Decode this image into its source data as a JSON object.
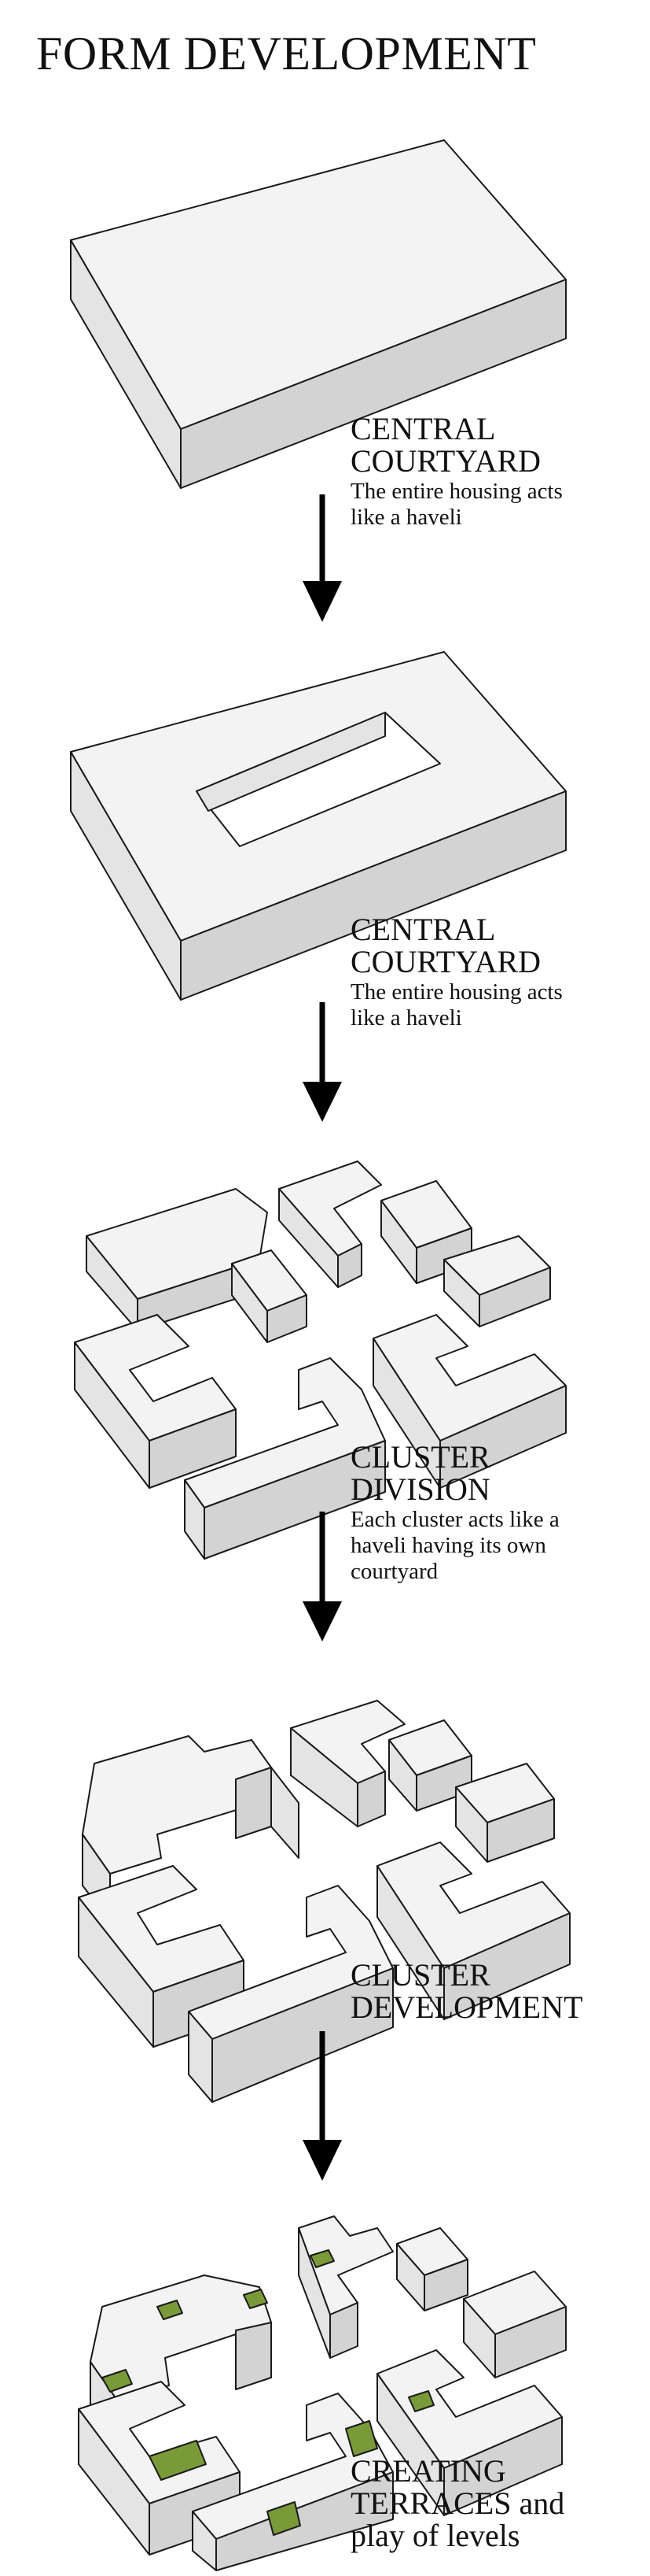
{
  "title": "FORM DEVELOPMENT",
  "stages": [
    {
      "heading": "CENTRAL\nCOURTYARD",
      "caption": "The entire housing acts\nlike a haveli"
    },
    {
      "heading": "CENTRAL\nCOURTYARD",
      "caption": "The entire housing acts\nlike a haveli"
    },
    {
      "heading": "CLUSTER\nDIVISION",
      "caption": "Each cluster acts like a\nhaveli having its own\ncourtyard"
    },
    {
      "heading": "CLUSTER\nDEVELOPMENT",
      "caption": ""
    },
    {
      "heading": "CREATING\nTERRACES and\nplay of levels",
      "caption": ""
    }
  ],
  "colors": {
    "terrace_green": "#7a9a3a",
    "massing_fill": "#f3f3f3",
    "outline": "#1a1a1a"
  }
}
